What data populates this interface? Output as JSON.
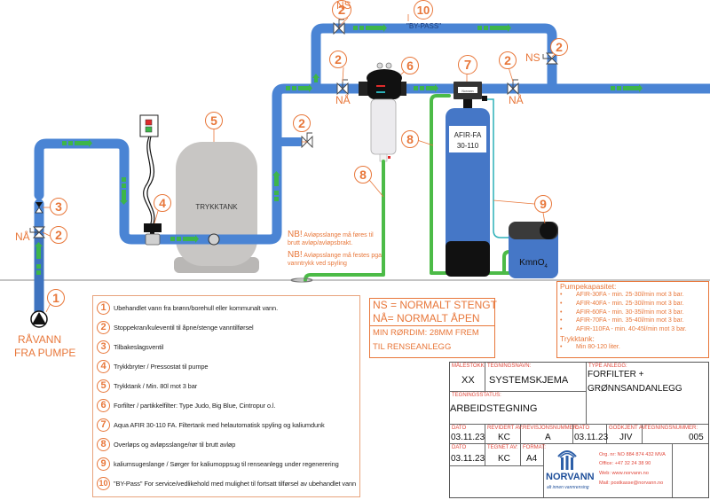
{
  "diagram": {
    "title": "SYSTEMSKJEMA",
    "colors": {
      "pipe": "#4a84d4",
      "pipe_dark": "#3e73bf",
      "flow_arrow": "#3db54a",
      "drain_hose": "#4cbb47",
      "suction_hose": "#2bb0b8",
      "callout": "#e8773a",
      "tank_gray": "#c8c6c4",
      "filter_tank": "#4577c7",
      "caption_red": "#e0463a"
    },
    "labels": {
      "raw_water": [
        "RÅVANN",
        "FRA PUMPE"
      ],
      "trykktank": "TRYKKTANK",
      "bypass": "\"BY-PASS\"",
      "filter_tank": [
        "AFIR-FA",
        "30-110"
      ],
      "kmno4": "KmnO",
      "kmno4_sub": "4",
      "controller": "Norvann"
    },
    "valve_states": {
      "na": "NÅ",
      "ns": "NS"
    },
    "callouts": [
      "1",
      "2",
      "3",
      "4",
      "5",
      "6",
      "7",
      "8",
      "9",
      "10"
    ],
    "notes": {
      "nb1_prefix": "NB!",
      "nb1_line1": "Avløpsslange må føres til",
      "nb1_line2": "brutt avløp/avløpsbrakt.",
      "nb2_prefix": "NB!",
      "nb2_line1": "Avløpsslange må festes pga",
      "nb2_line2": "vanntrykk ved spyling"
    }
  },
  "legend": {
    "items": [
      {
        "num": "1",
        "text": "Ubehandlet vann fra brønn/borehull eller kommunalt vann."
      },
      {
        "num": "2",
        "text": "Stoppekran/kuleventil til åpne/stenge vanntilførsel"
      },
      {
        "num": "3",
        "text": "Tilbakeslagsventil"
      },
      {
        "num": "4",
        "text": "Trykkbryter / Pressostat til pumpe"
      },
      {
        "num": "5",
        "text": "Trykktank / Min. 80l mot 3 bar"
      },
      {
        "num": "6",
        "text": "Forfilter / partikkelfilter: Type Judo, Big Blue, Cintropur o.l."
      },
      {
        "num": "7",
        "text": "Aqua AFIR 30-110 FA. Filtertank med helautomatisk spyling og kaliumdunk"
      },
      {
        "num": "8",
        "text": "Overløps og avløpsslange/rør til brutt avløp"
      },
      {
        "num": "9",
        "text": "kaliumsugeslange / Sørger for kaliumoppsug til renseanlegg under regenerering"
      },
      {
        "num": "10",
        "text": "\"BY-Pass\" For service/vedlikehold med mulighet til fortsatt tilførsel av ubehandlet vann"
      }
    ]
  },
  "ns_box": {
    "line1": "NS = NORMALT STENGT",
    "line2": "NÅ= NORMALT ÅPEN",
    "line3": "MIN RØRDIM: 28MM FREM",
    "line4": "TIL RENSEANLEGG"
  },
  "pump_capacity": {
    "heading": "Pumpekapasitet:",
    "items": [
      "AFIR-30FA - min. 25-30l/min mot 3 bar.",
      "AFIR-40FA - min. 25-30l/min mot 3 bar.",
      "AFIR-60FA - min. 30-35l/min mot 3 bar.",
      "AFIR-70FA - min. 35-40l/min mot 3 bar.",
      "AFIR-110FA - min. 40-45l/min mot 3 bar."
    ],
    "tank_heading": "Trykktank:",
    "tank_items": [
      "Min 80-120 liter."
    ],
    "bullet": "•"
  },
  "title_block": {
    "malestokk": {
      "caption": "MÅLESTOKK:",
      "value": "XX"
    },
    "tegningsnavn": {
      "caption": "TEGNINGSNAVN:",
      "value": "SYSTEMSKJEMA"
    },
    "type_anlegg": {
      "caption": "TYPE ANLEGG:",
      "value_line1": "FORFILTER +",
      "value_line2": "GRØNNSANDANLEGG"
    },
    "tegningsstatus": {
      "caption": "TEGNINGSSTATUS:",
      "value": "ARBEIDSTEGNING"
    },
    "dato1": {
      "caption": "DATO",
      "value": "03.11.23"
    },
    "revidert_av": {
      "caption": "REVIDERT AV:",
      "value": "KC"
    },
    "revisjonsnummer": {
      "caption": "REVISJONSNUMMER:",
      "value": "A"
    },
    "dato2": {
      "caption": "DATO",
      "value": "03.11.23"
    },
    "godkjent_av": {
      "caption": "GODKJENT AV:",
      "value": "JIV"
    },
    "tegningsnummer": {
      "caption": "TEGNINGSNUMMER:",
      "value": "005"
    },
    "dato3": {
      "caption": "DATO",
      "value": "03.11.23"
    },
    "tegnet_av": {
      "caption": "TEGNET AV:",
      "value": "KC"
    },
    "format": {
      "caption": "FORMAT:",
      "value": "A4"
    },
    "company": {
      "name": "NORVANN",
      "slogan": "alt innen vannrensing",
      "org": "Org. nr: NO 884 874 432 MVA",
      "office": "Office: +47 32 24 38 90",
      "web": "Web: www.norvann.no",
      "mail": "Mail: postkasse@norvann.no"
    }
  }
}
